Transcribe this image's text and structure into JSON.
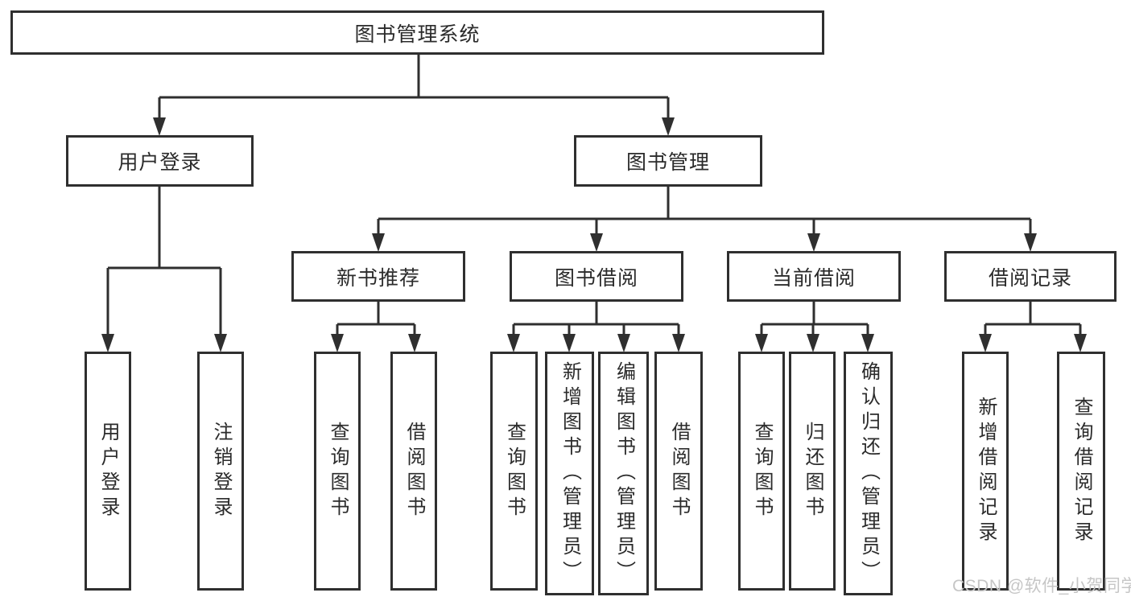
{
  "diagram": {
    "root": {
      "label": "图书管理系统"
    },
    "branches": [
      {
        "label": "用户登录",
        "children": [
          {
            "label": "用户登录"
          },
          {
            "label": "注销登录"
          }
        ]
      },
      {
        "label": "图书管理",
        "children": [
          {
            "label": "新书推荐",
            "children": [
              {
                "label": "查询图书"
              },
              {
                "label": "借阅图书"
              }
            ]
          },
          {
            "label": "图书借阅",
            "children": [
              {
                "label": "查询图书"
              },
              {
                "label": "新增图书（管理员）"
              },
              {
                "label": "编辑图书（管理员）"
              },
              {
                "label": "借阅图书"
              }
            ]
          },
          {
            "label": "当前借阅",
            "children": [
              {
                "label": "查询图书"
              },
              {
                "label": "归还图书"
              },
              {
                "label": "确认归还（管理员）"
              }
            ]
          },
          {
            "label": "借阅记录",
            "children": [
              {
                "label": "新增借阅记录"
              },
              {
                "label": "查询借阅记录"
              }
            ]
          }
        ]
      }
    ],
    "watermark": "CSDN @软件_小贺同学",
    "colors": {
      "line": "#2f2f2f",
      "text": "#2b2b2b",
      "background": "#ffffff",
      "watermark": "#c6c6c6"
    }
  }
}
